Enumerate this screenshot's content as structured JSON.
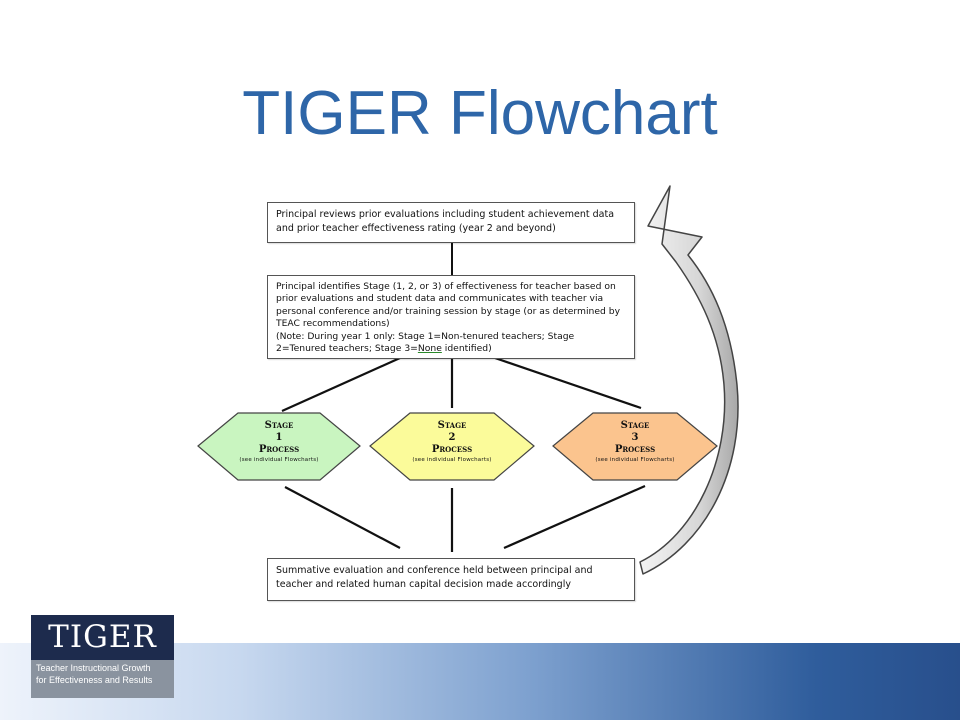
{
  "title": "TIGER Flowchart",
  "boxes": {
    "review": "Principal reviews prior evaluations including student achievement data and prior teacher effectiveness rating (year 2 and beyond)",
    "identify_main": "Principal identifies Stage (1, 2, or 3) of effectiveness for teacher based on prior evaluations and student data and communicates with teacher via personal conference and/or training session by stage (or as determined by TEAC recommendations)",
    "identify_note_prefix": "(Note: During year 1 only: Stage 1=Non-tenured teachers; Stage 2=Tenured teachers; Stage 3=",
    "identify_note_none": "None",
    "identify_note_suffix": " identified)",
    "summative": "Summative evaluation and conference held between principal and teacher and related human capital decision made accordingly"
  },
  "stages": [
    {
      "stage_label": "Stage",
      "number": "1",
      "process_label": "Process",
      "note": "(see individual Flowcharts)",
      "color": "#c9f5c0"
    },
    {
      "stage_label": "Stage",
      "number": "2",
      "process_label": "Process",
      "note": "(see individual Flowcharts)",
      "color": "#fbfb9a"
    },
    {
      "stage_label": "Stage",
      "number": "3",
      "process_label": "Process",
      "note": "(see individual Flowcharts)",
      "color": "#fbc48e"
    }
  ],
  "logo": {
    "name": "TIGER",
    "tagline_line1": "Teacher Instructional Growth",
    "tagline_line2": "for Effectiveness and Results"
  },
  "colors": {
    "title": "#2e66a8",
    "logo_dark": "#1d2b4d",
    "logo_gray": "#8a939f"
  }
}
